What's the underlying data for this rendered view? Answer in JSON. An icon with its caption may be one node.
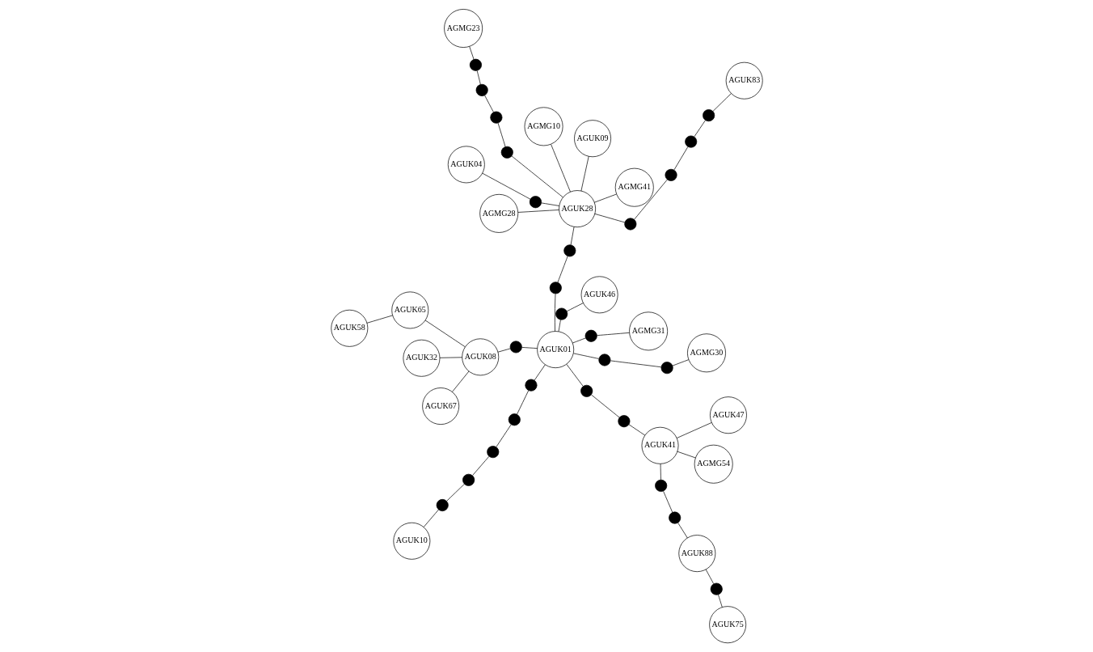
{
  "diagram": {
    "nodes": [
      {
        "text": [
          "AGUK10"
        ]
      },
      {
        "text": [],
        "shape": "circle"
      },
      {
        "text": [],
        "shape": "circle"
      },
      {
        "text": [
          "AGUK32"
        ]
      },
      {
        "text": [],
        "shape": "circle"
      },
      {
        "text": [
          "AGUK67"
        ]
      },
      {
        "text": [
          "AGUK58"
        ]
      },
      {
        "text": [
          "AGUK65"
        ]
      },
      {
        "text": [],
        "shape": "circle"
      },
      {
        "text": [
          "AGUK08"
        ]
      },
      {
        "text": [
          "AGMG41"
        ]
      },
      {
        "text": [
          "AGMG23"
        ]
      },
      {
        "text": [
          "AGMG28"
        ]
      },
      {
        "text": [
          "AGUK46"
        ]
      },
      {
        "text": [],
        "shape": "circle"
      },
      {
        "text": [],
        "shape": "circle"
      },
      {
        "text": [],
        "shape": "circle"
      },
      {
        "text": [],
        "shape": "circle"
      },
      {
        "text": [
          "AGMG10"
        ]
      },
      {
        "text": [],
        "shape": "circle"
      },
      {
        "text": [],
        "shape": "circle"
      },
      {
        "text": [],
        "shape": "circle"
      },
      {
        "text": [
          "AGUK01"
        ]
      },
      {
        "text": [],
        "shape": "circle"
      },
      {
        "text": [],
        "shape": "circle"
      },
      {
        "text": [
          "AGUK09"
        ]
      },
      {
        "text": [
          "AGUK28"
        ]
      },
      {
        "text": [],
        "shape": "circle"
      },
      {
        "text": [],
        "shape": "circle"
      },
      {
        "text": [
          "AGMG54"
        ]
      },
      {
        "text": [],
        "shape": "circle"
      },
      {
        "text": [],
        "shape": "circle"
      },
      {
        "text": [],
        "shape": "circle"
      },
      {
        "text": [],
        "shape": "circle"
      },
      {
        "text": [
          "AGUK41"
        ]
      },
      {
        "text": [],
        "shape": "circle"
      },
      {
        "text": [],
        "shape": "circle"
      },
      {
        "text": [
          "AGUK04"
        ]
      },
      {
        "text": [
          "AGMG31"
        ]
      },
      {
        "text": [],
        "shape": "circle"
      },
      {
        "text": [],
        "shape": "circle"
      },
      {
        "text": [],
        "shape": "circle"
      },
      {
        "text": [
          "AGUK47"
        ]
      },
      {
        "text": [],
        "shape": "circle"
      },
      {
        "text": [
          "AGUK88"
        ]
      },
      {
        "text": [
          "AGUK83"
        ]
      },
      {
        "text": [],
        "shape": "circle"
      },
      {
        "text": [
          "AGMG30"
        ]
      },
      {
        "text": [
          "AGUK75"
        ]
      }
    ],
    "edges": [
      {
        "from": 0,
        "to": 1,
        "arrow": "none"
      },
      {
        "from": 1,
        "to": 2,
        "arrow": "none"
      },
      {
        "from": 2,
        "to": 4,
        "arrow": "none"
      },
      {
        "from": 4,
        "to": 8,
        "arrow": "none"
      },
      {
        "from": 8,
        "to": 15,
        "arrow": "none"
      },
      {
        "from": 15,
        "to": 22,
        "arrow": "none"
      },
      {
        "from": 22,
        "to": 16,
        "arrow": "none"
      },
      {
        "from": 16,
        "to": 9,
        "arrow": "none"
      },
      {
        "from": 9,
        "to": 3,
        "arrow": "none"
      },
      {
        "from": 9,
        "to": 5,
        "arrow": "none"
      },
      {
        "from": 9,
        "to": 7,
        "arrow": "none"
      },
      {
        "from": 7,
        "to": 6,
        "arrow": "none"
      },
      {
        "from": 22,
        "to": 19,
        "arrow": "none"
      },
      {
        "from": 19,
        "to": 13,
        "arrow": "none"
      },
      {
        "from": 22,
        "to": 23,
        "arrow": "none"
      },
      {
        "from": 23,
        "to": 24,
        "arrow": "none"
      },
      {
        "from": 24,
        "to": 26,
        "arrow": "none"
      },
      {
        "from": 26,
        "to": 10,
        "arrow": "none"
      },
      {
        "from": 26,
        "to": 12,
        "arrow": "none"
      },
      {
        "from": 26,
        "to": 18,
        "arrow": "none"
      },
      {
        "from": 26,
        "to": 25,
        "arrow": "none"
      },
      {
        "from": 26,
        "to": 21,
        "arrow": "none"
      },
      {
        "from": 21,
        "to": 20,
        "arrow": "none"
      },
      {
        "from": 20,
        "to": 17,
        "arrow": "none"
      },
      {
        "from": 17,
        "to": 14,
        "arrow": "none"
      },
      {
        "from": 14,
        "to": 11,
        "arrow": "none"
      },
      {
        "from": 26,
        "to": 32,
        "arrow": "none"
      },
      {
        "from": 32,
        "to": 37,
        "arrow": "none"
      },
      {
        "from": 26,
        "to": 28,
        "arrow": "none"
      },
      {
        "from": 28,
        "to": 35,
        "arrow": "none"
      },
      {
        "from": 35,
        "to": 39,
        "arrow": "none"
      },
      {
        "from": 39,
        "to": 43,
        "arrow": "none"
      },
      {
        "from": 43,
        "to": 45,
        "arrow": "none"
      },
      {
        "from": 22,
        "to": 27,
        "arrow": "none"
      },
      {
        "from": 27,
        "to": 30,
        "arrow": "none"
      },
      {
        "from": 30,
        "to": 34,
        "arrow": "none"
      },
      {
        "from": 22,
        "to": 31,
        "arrow": "none"
      },
      {
        "from": 31,
        "to": 38,
        "arrow": "none"
      },
      {
        "from": 22,
        "to": 33,
        "arrow": "none"
      },
      {
        "from": 33,
        "to": 40,
        "arrow": "none"
      },
      {
        "from": 40,
        "to": 47,
        "arrow": "none"
      },
      {
        "from": 34,
        "to": 29,
        "arrow": "none"
      },
      {
        "from": 34,
        "to": 42,
        "arrow": "none"
      },
      {
        "from": 34,
        "to": 36,
        "arrow": "none"
      },
      {
        "from": 36,
        "to": 41,
        "arrow": "none"
      },
      {
        "from": 41,
        "to": 44,
        "arrow": "none"
      },
      {
        "from": 44,
        "to": 46,
        "arrow": "none"
      },
      {
        "from": 46,
        "to": 48,
        "arrow": "none"
      }
    ]
  }
}
